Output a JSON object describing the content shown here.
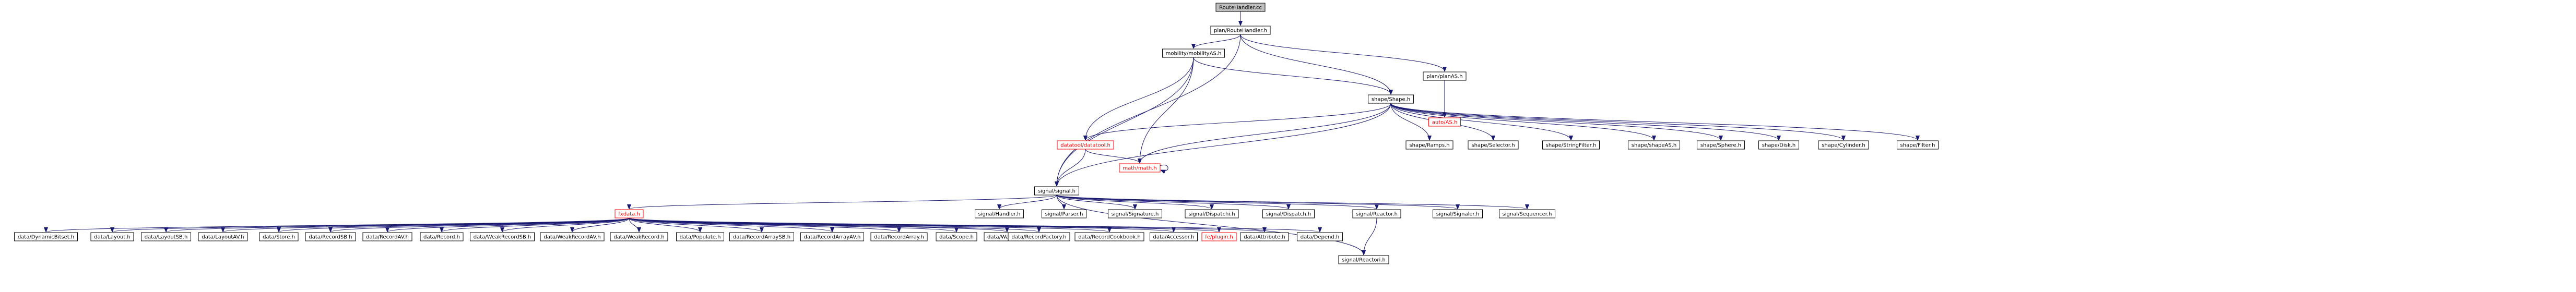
{
  "graph": {
    "nodes": [
      {
        "id": "root",
        "label": "RouteHandler.cc",
        "style": "gray",
        "interactable": false
      },
      {
        "id": "plan_routehandler",
        "label": "plan/RouteHandler.h",
        "style": "normal",
        "interactable": true
      },
      {
        "id": "mobility_as",
        "label": "mobility/mobilityAS.h",
        "style": "normal",
        "interactable": true
      },
      {
        "id": "plan_as",
        "label": "plan/planAS.h",
        "style": "normal",
        "interactable": true
      },
      {
        "id": "shape_shape",
        "label": "shape/Shape.h",
        "style": "normal",
        "interactable": true
      },
      {
        "id": "auto_as",
        "label": "auto/AS.h",
        "style": "red",
        "interactable": false
      },
      {
        "id": "datatool",
        "label": "datatool/datatool.h",
        "style": "red",
        "interactable": false
      },
      {
        "id": "math",
        "label": "math/math.h",
        "style": "red",
        "interactable": false
      },
      {
        "id": "shape_ramps",
        "label": "shape/Ramps.h",
        "style": "normal",
        "interactable": true
      },
      {
        "id": "shape_selector",
        "label": "shape/Selector.h",
        "style": "normal",
        "interactable": true
      },
      {
        "id": "shape_stringfilter",
        "label": "shape/StringFilter.h",
        "style": "normal",
        "interactable": true
      },
      {
        "id": "shape_shapeas",
        "label": "shape/shapeAS.h",
        "style": "normal",
        "interactable": true
      },
      {
        "id": "shape_sphere",
        "label": "shape/Sphere.h",
        "style": "normal",
        "interactable": true
      },
      {
        "id": "shape_disk",
        "label": "shape/Disk.h",
        "style": "normal",
        "interactable": true
      },
      {
        "id": "shape_cylinder",
        "label": "shape/Cylinder.h",
        "style": "normal",
        "interactable": true
      },
      {
        "id": "shape_filter",
        "label": "shape/Filter.h",
        "style": "normal",
        "interactable": true
      },
      {
        "id": "signal_signal",
        "label": "signal/signal.h",
        "style": "normal",
        "interactable": true
      },
      {
        "id": "fxdata",
        "label": "fxdata.h",
        "style": "red",
        "interactable": false
      },
      {
        "id": "signal_handler",
        "label": "signal/Handler.h",
        "style": "normal",
        "interactable": true
      },
      {
        "id": "signal_parser",
        "label": "signal/Parser.h",
        "style": "normal",
        "interactable": true
      },
      {
        "id": "signal_signature",
        "label": "signal/Signature.h",
        "style": "normal",
        "interactable": true
      },
      {
        "id": "signal_dispatchi",
        "label": "signal/Dispatchi.h",
        "style": "normal",
        "interactable": true
      },
      {
        "id": "signal_dispatchh",
        "label": "signal/Dispatch.h",
        "style": "normal",
        "interactable": true
      },
      {
        "id": "signal_reactor",
        "label": "signal/Reactor.h",
        "style": "normal",
        "interactable": true
      },
      {
        "id": "signal_signaler",
        "label": "signal/Signaler.h",
        "style": "normal",
        "interactable": true
      },
      {
        "id": "signal_sequencer",
        "label": "signal/Sequencer.h",
        "style": "normal",
        "interactable": true
      },
      {
        "id": "signal_reactori",
        "label": "signal/Reactori.h",
        "style": "normal",
        "interactable": true
      },
      {
        "id": "d_dynamicbitset",
        "label": "data/DynamicBitset.h",
        "style": "normal",
        "interactable": true
      },
      {
        "id": "d_layout",
        "label": "data/Layout.h",
        "style": "normal",
        "interactable": true
      },
      {
        "id": "d_layoutsb",
        "label": "data/LayoutSB.h",
        "style": "normal",
        "interactable": true
      },
      {
        "id": "d_layoutav",
        "label": "data/LayoutAV.h",
        "style": "normal",
        "interactable": true
      },
      {
        "id": "d_store",
        "label": "data/Store.h",
        "style": "normal",
        "interactable": true
      },
      {
        "id": "d_recordsb",
        "label": "data/RecordSB.h",
        "style": "normal",
        "interactable": true
      },
      {
        "id": "d_recordav",
        "label": "data/RecordAV.h",
        "style": "normal",
        "interactable": true
      },
      {
        "id": "d_record",
        "label": "data/Record.h",
        "style": "normal",
        "interactable": true
      },
      {
        "id": "d_weakrecordsb",
        "label": "data/WeakRecordSB.h",
        "style": "normal",
        "interactable": true
      },
      {
        "id": "d_weakrecordav",
        "label": "data/WeakRecordAV.h",
        "style": "normal",
        "interactable": true
      },
      {
        "id": "d_weakrecord",
        "label": "data/WeakRecord.h",
        "style": "normal",
        "interactable": true
      },
      {
        "id": "d_populate",
        "label": "data/Populate.h",
        "style": "normal",
        "interactable": true
      },
      {
        "id": "d_recordarraysb",
        "label": "data/RecordArraySB.h",
        "style": "normal",
        "interactable": true
      },
      {
        "id": "d_recordarrayav",
        "label": "data/RecordArrayAV.h",
        "style": "normal",
        "interactable": true
      },
      {
        "id": "d_recordarray",
        "label": "data/RecordArray.h",
        "style": "normal",
        "interactable": true
      },
      {
        "id": "d_scope",
        "label": "data/Scope.h",
        "style": "normal",
        "interactable": true
      },
      {
        "id": "d_watcher",
        "label": "data/Watcher.h",
        "style": "normal",
        "interactable": true
      },
      {
        "id": "d_recordfactory",
        "label": "data/RecordFactory.h",
        "style": "normal",
        "interactable": true
      },
      {
        "id": "d_recordcookbook",
        "label": "data/RecordCookbook.h",
        "style": "normal",
        "interactable": true
      },
      {
        "id": "d_accessor",
        "label": "data/Accessor.h",
        "style": "normal",
        "interactable": true
      },
      {
        "id": "fe_plugin",
        "label": "fe/plugin.h",
        "style": "red",
        "interactable": false
      },
      {
        "id": "d_attribute",
        "label": "data/Attribute.h",
        "style": "normal",
        "interactable": true
      },
      {
        "id": "d_depend",
        "label": "data/Depend.h",
        "style": "normal",
        "interactable": true
      }
    ]
  }
}
